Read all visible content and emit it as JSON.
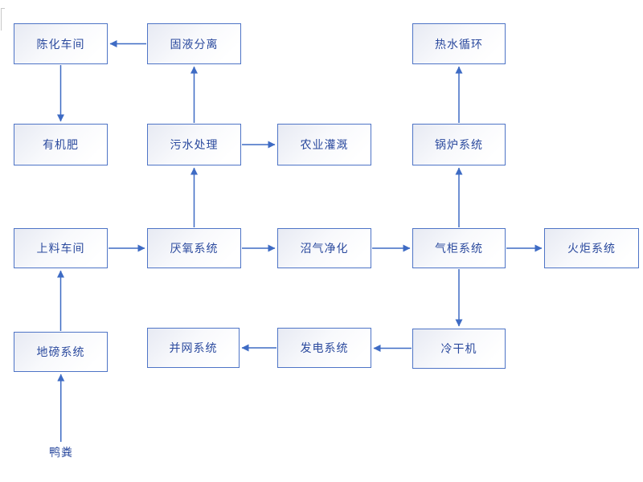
{
  "diagram": {
    "type": "flowchart",
    "source_label": "鸭粪",
    "nodes": [
      {
        "id": "aging-workshop",
        "label": "陈化车间"
      },
      {
        "id": "solid-liquid-separation",
        "label": "固液分离"
      },
      {
        "id": "hot-water-cycle",
        "label": "热水循环"
      },
      {
        "id": "organic-fertilizer",
        "label": "有机肥"
      },
      {
        "id": "sewage-treatment",
        "label": "污水处理"
      },
      {
        "id": "agricultural-irrigation",
        "label": "农业灌溉"
      },
      {
        "id": "boiler-system",
        "label": "锅炉系统"
      },
      {
        "id": "feeding-workshop",
        "label": "上料车间"
      },
      {
        "id": "anaerobic-system",
        "label": "厌氧系统"
      },
      {
        "id": "biogas-purification",
        "label": "沼气净化"
      },
      {
        "id": "gas-holder-system",
        "label": "气柜系统"
      },
      {
        "id": "flare-system",
        "label": "火炬系统"
      },
      {
        "id": "weighbridge-system",
        "label": "地磅系统"
      },
      {
        "id": "grid-connection-system",
        "label": "并网系统"
      },
      {
        "id": "power-generation-system",
        "label": "发电系统"
      },
      {
        "id": "cold-dryer",
        "label": "冷干机"
      }
    ],
    "edges": [
      {
        "from": "duck-manure",
        "to": "weighbridge-system"
      },
      {
        "from": "weighbridge-system",
        "to": "feeding-workshop"
      },
      {
        "from": "feeding-workshop",
        "to": "anaerobic-system"
      },
      {
        "from": "anaerobic-system",
        "to": "sewage-treatment"
      },
      {
        "from": "sewage-treatment",
        "to": "solid-liquid-separation"
      },
      {
        "from": "solid-liquid-separation",
        "to": "aging-workshop"
      },
      {
        "from": "aging-workshop",
        "to": "organic-fertilizer"
      },
      {
        "from": "sewage-treatment",
        "to": "agricultural-irrigation"
      },
      {
        "from": "anaerobic-system",
        "to": "biogas-purification"
      },
      {
        "from": "biogas-purification",
        "to": "gas-holder-system"
      },
      {
        "from": "gas-holder-system",
        "to": "flare-system"
      },
      {
        "from": "gas-holder-system",
        "to": "boiler-system"
      },
      {
        "from": "boiler-system",
        "to": "hot-water-cycle"
      },
      {
        "from": "gas-holder-system",
        "to": "cold-dryer"
      },
      {
        "from": "cold-dryer",
        "to": "power-generation-system"
      },
      {
        "from": "power-generation-system",
        "to": "grid-connection-system"
      }
    ]
  },
  "colors": {
    "node_border": "#4e74c6",
    "node_text": "#2b4a9e",
    "arrow": "#3e6bc4",
    "corner_mark": "#c8c8c8",
    "background": "#ffffff"
  }
}
